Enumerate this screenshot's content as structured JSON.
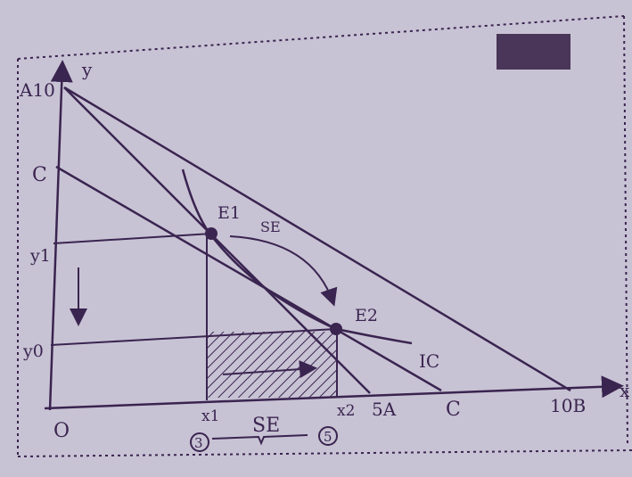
{
  "diagram": {
    "axis_labels": {
      "y": "y",
      "x": "x",
      "origin": "O"
    },
    "y_axis_ticks": {
      "a_intercept": "A10",
      "c_intercept": "C",
      "y1": "y1",
      "y0": "y0"
    },
    "x_axis_ticks": {
      "x1": "x1",
      "x2": "x2",
      "a_intercept": "5A",
      "c_intercept": "C",
      "b_intercept": "10B"
    },
    "points": {
      "e1": "E1",
      "e2": "E2"
    },
    "curve_labels": {
      "substitution_effect": "SE",
      "indifference_curve": "IC"
    },
    "bracket": {
      "label": "SE",
      "left_value": "3",
      "right_value": "5"
    },
    "colors": {
      "ink": "#3a2450",
      "paper": "#c8c3d4"
    }
  }
}
